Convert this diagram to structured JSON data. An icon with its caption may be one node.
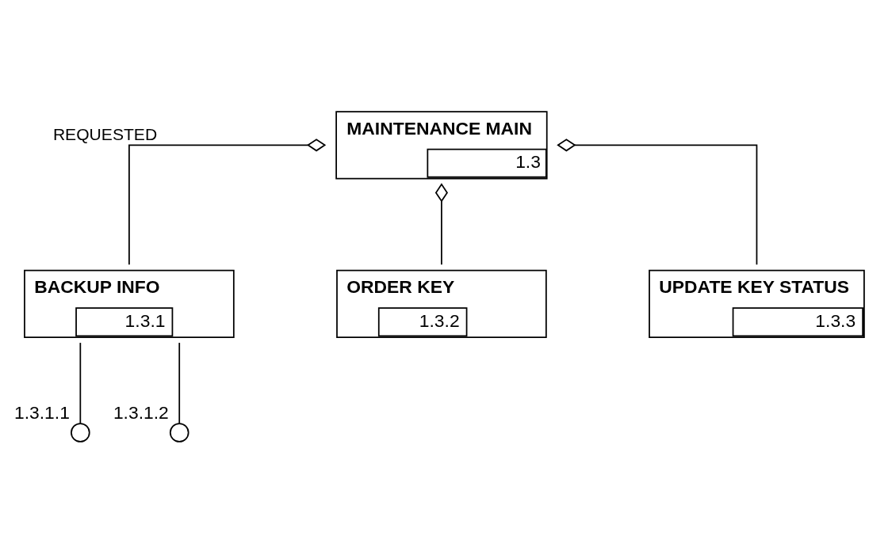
{
  "diagram": {
    "nodes": [
      {
        "text": [
          "MAINTENANCE MAIN",
          "1.3"
        ]
      },
      {
        "text": [
          "BACKUP INFO",
          "1.3.1"
        ]
      },
      {
        "text": [
          "ORDER KEY",
          "1.3.2"
        ]
      },
      {
        "text": [
          "UPDATE KEY STATUS",
          "1.3.3"
        ]
      },
      {
        "text": [],
        "shape": "circle",
        "beside": [
          "1.3.1.1"
        ]
      },
      {
        "text": [],
        "shape": "circle",
        "beside": [
          "1.3.1.2"
        ]
      }
    ],
    "edges": [
      {
        "from": 0,
        "to": 1,
        "arrow": "other",
        "label": "REQUESTED"
      },
      {
        "from": 0,
        "to": 2,
        "arrow": "other"
      },
      {
        "from": 0,
        "to": 3,
        "arrow": "other"
      },
      {
        "from": 1,
        "to": 4,
        "arrow": "none"
      },
      {
        "from": 1,
        "to": 5,
        "arrow": "none"
      }
    ]
  }
}
